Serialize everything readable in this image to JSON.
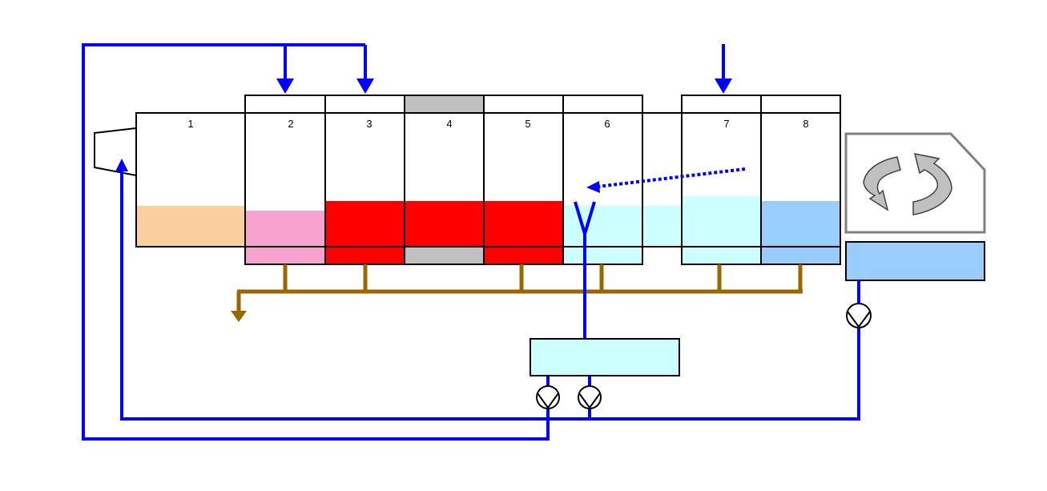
{
  "compartments": [
    {
      "label": "1",
      "fill_color": "#fbcf9d"
    },
    {
      "label": "2",
      "fill_color": "#f7a3d0"
    },
    {
      "label": "3",
      "fill_color": "#ff0000"
    },
    {
      "label": "4",
      "fill_color": "#ff0000"
    },
    {
      "label": "5",
      "fill_color": "#ff0000"
    },
    {
      "label": "6",
      "fill_color": "#ccffff"
    },
    {
      "label": "7",
      "fill_color": "#ccffff"
    },
    {
      "label": "8",
      "fill_color": "#99ccff"
    }
  ],
  "colors": {
    "water_pipe": "#0000ff",
    "drain_pipe": "#996600",
    "outline": "#000000",
    "dryer_outline": "#808080",
    "dryer_arrow_fill": "#c0c0c0",
    "collection_tank": "#ccffff",
    "rinse_tank": "#99ccff",
    "gray_bar": "#c0c0c0"
  }
}
